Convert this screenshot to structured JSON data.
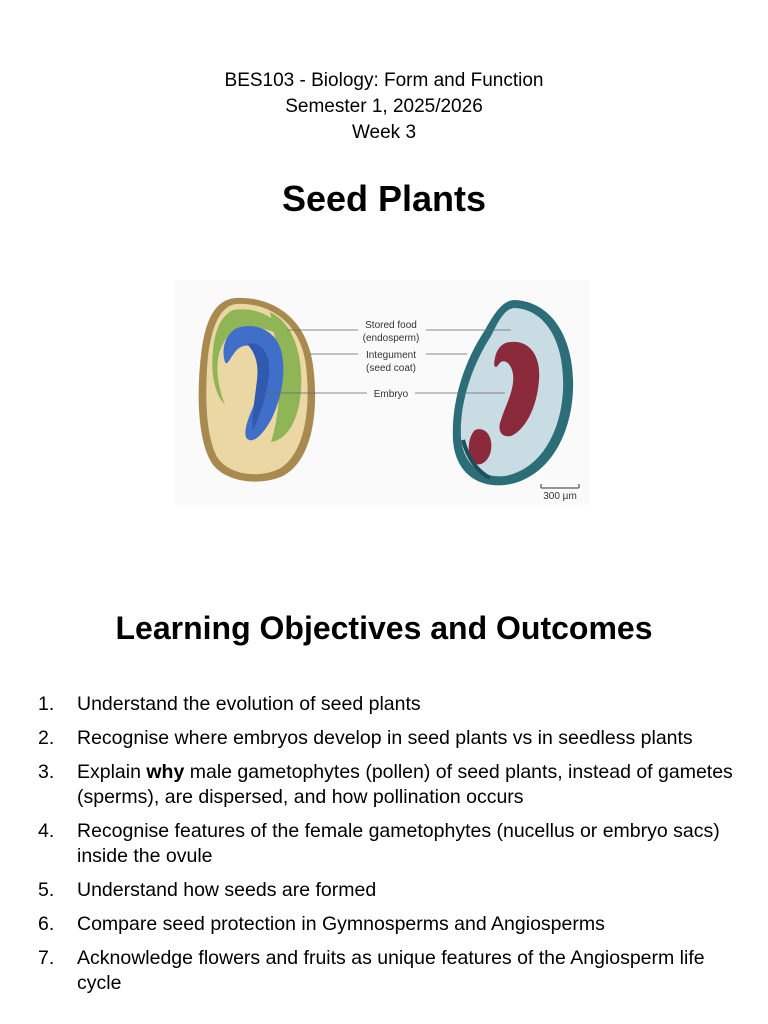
{
  "header": {
    "course_line": "BES103 - Biology: Form and Function",
    "semester_line": "Semester 1, 2025/2026",
    "week_line": "Week 3"
  },
  "title": "Seed Plants",
  "figure": {
    "labels": {
      "stored_food": "Stored food",
      "stored_food_sub": "(endosperm)",
      "integument": "Integument",
      "integument_sub": "(seed coat)",
      "embryo": "Embryo"
    },
    "scale_bar": "300 µm"
  },
  "objectives": {
    "heading": "Learning Objectives and Outcomes",
    "items": [
      {
        "num": "1.",
        "segments": [
          {
            "text": "Understand the evolution of seed plants",
            "bold": false
          }
        ]
      },
      {
        "num": "2.",
        "segments": [
          {
            "text": "Recognise where embryos develop in seed plants vs in seedless plants",
            "bold": false
          }
        ]
      },
      {
        "num": "3.",
        "segments": [
          {
            "text": "Explain ",
            "bold": false
          },
          {
            "text": "why",
            "bold": true
          },
          {
            "text": " male gametophytes (pollen) of seed plants, instead of gametes (sperms), are dispersed, and how pollination occurs",
            "bold": false
          }
        ]
      },
      {
        "num": "4.",
        "segments": [
          {
            "text": "Recognise features of the female gametophytes (nucellus or embryo sacs) inside the ovule",
            "bold": false
          }
        ]
      },
      {
        "num": "5.",
        "segments": [
          {
            "text": "Understand how seeds are formed",
            "bold": false
          }
        ]
      },
      {
        "num": "6.",
        "segments": [
          {
            "text": "Compare seed protection in Gymnosperms and Angiosperms",
            "bold": false
          }
        ]
      },
      {
        "num": "7.",
        "segments": [
          {
            "text": "Acknowledge flowers and fruits as unique features of the Angiosperm life cycle",
            "bold": false
          }
        ]
      }
    ]
  }
}
